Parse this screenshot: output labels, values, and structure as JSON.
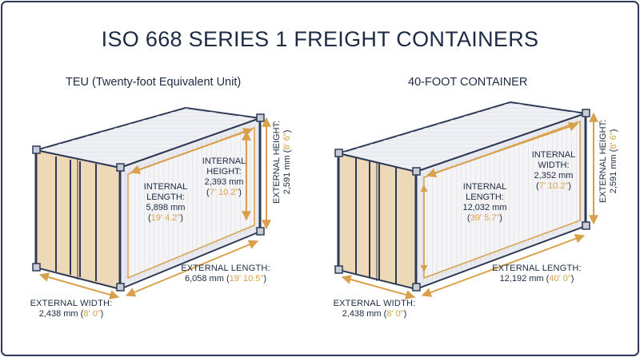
{
  "title": "ISO 668 SERIES 1 FREIGHT CONTAINERS",
  "colors": {
    "text": "#1c2a44",
    "accent": "#d9a04b",
    "frame": "#2e3a55",
    "body": "#e9eaef",
    "interior": "#f3f3f5",
    "wall": "#edd9b8"
  },
  "teu": {
    "heading": "TEU (Twenty-foot Equivalent Unit)",
    "internal_length": {
      "label": "INTERNAL",
      "label2": "LENGTH:",
      "metric": "5,898 mm",
      "imperial": "19' 4.2\""
    },
    "internal_height": {
      "label": "INTERNAL",
      "label2": "HEIGHT:",
      "metric": "2,393 mm",
      "imperial": "7' 10.2\""
    },
    "external_height": {
      "label": "EXTERNAL HEIGHT:",
      "metric": "2,591 mm",
      "imperial": "8' 6\""
    },
    "external_length": {
      "label": "EXTERNAL LENGTH:",
      "metric": "6,058 mm",
      "imperial": "19' 10.5\""
    },
    "external_width": {
      "label": "EXTERNAL WIDTH:",
      "metric": "2,438 mm",
      "imperial": "8' 0\""
    }
  },
  "feu": {
    "heading": "40-FOOT CONTAINER",
    "internal_length": {
      "label": "INTERNAL",
      "label2": "LENGTH:",
      "metric": "12,032 mm",
      "imperial": "39' 5.7\""
    },
    "internal_width": {
      "label": "INTERNAL",
      "label2": "WIDTH:",
      "metric": "2,352 mm",
      "imperial": "7' 10.2\""
    },
    "external_height": {
      "label": "EXTERNAL HEIGHT:",
      "metric": "2,591 mm",
      "imperial": "8' 6\""
    },
    "external_length": {
      "label": "EXTERNAL LENGTH:",
      "metric": "12,192 mm",
      "imperial": "40' 0\""
    },
    "external_width": {
      "label": "EXTERNAL WIDTH:",
      "metric": "2,438 mm",
      "imperial": "8' 0\""
    }
  }
}
